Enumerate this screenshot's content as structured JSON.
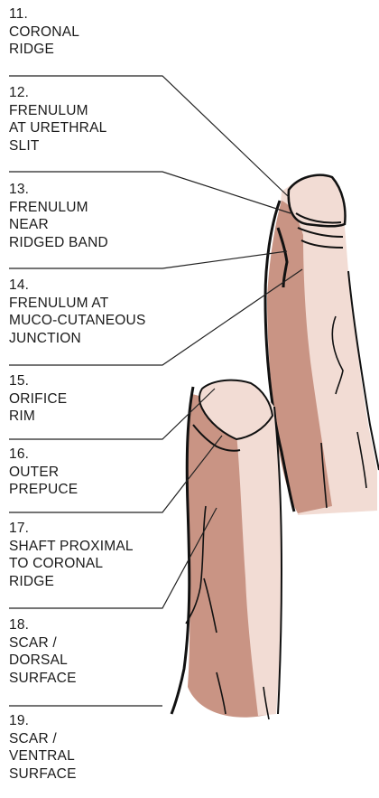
{
  "labels": [
    {
      "number": "11.",
      "lines": [
        "CORONAL",
        "RIDGE"
      ]
    },
    {
      "number": "12.",
      "lines": [
        "FRENULUM",
        "AT URETHRAL",
        "SLIT"
      ]
    },
    {
      "number": "13.",
      "lines": [
        "FRENULUM",
        "NEAR",
        "RIDGED BAND"
      ]
    },
    {
      "number": "14.",
      "lines": [
        "FRENULUM AT",
        "MUCO-CUTANEOUS",
        "JUNCTION"
      ]
    },
    {
      "number": "15.",
      "lines": [
        "ORIFICE",
        "RIM"
      ]
    },
    {
      "number": "16.",
      "lines": [
        "OUTER",
        "PREPUCE"
      ]
    },
    {
      "number": "17.",
      "lines": [
        "SHAFT PROXIMAL",
        "TO CORONAL",
        "RIDGE"
      ]
    },
    {
      "number": "18.",
      "lines": [
        "SCAR /",
        "DORSAL",
        "SURFACE"
      ]
    },
    {
      "number": "19.",
      "lines": [
        "SCAR /",
        "VENTRAL",
        "SURFACE"
      ]
    }
  ],
  "colors": {
    "skin_light": "#f2dcd4",
    "skin_dark": "#c99484",
    "outline": "#111111",
    "leader": "#222222"
  }
}
